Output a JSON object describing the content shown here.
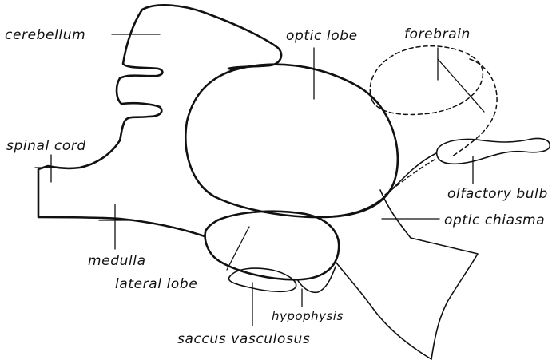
{
  "labels": {
    "cerebellum": "cerebellum",
    "optic_lobe": "optic lobe",
    "forebrain": "forebrain",
    "spinal_cord": "spinal cord",
    "olfactory_bulb": "olfactory bulb",
    "optic_chiasma": "optic chiasma",
    "medulla": "medulla",
    "lateral_lobe": "lateral lobe",
    "hypophysis": "hypophysis",
    "saccus_vasculosus": "saccus vasculosus"
  },
  "colors": {
    "ink": "#111111",
    "paper": "#ffffff"
  }
}
